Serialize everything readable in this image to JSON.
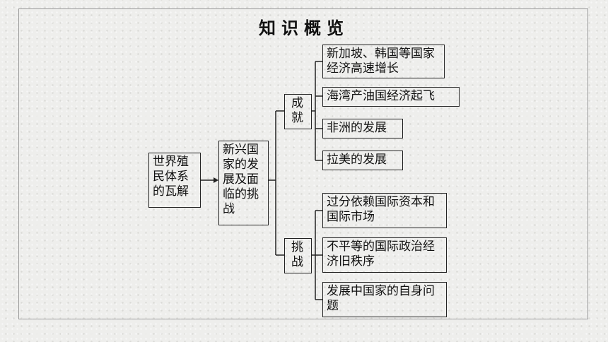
{
  "title": "知识概览",
  "root": "世界殖民体系的瓦解",
  "middle": "新兴国家的发展及面临的挑战",
  "branches": [
    {
      "label": "成就",
      "items": [
        "新加坡、韩国等国家经济高速增长",
        "海湾产油国经济起飞",
        "非洲的发展",
        "拉美的发展"
      ]
    },
    {
      "label": "挑战",
      "items": [
        "过分依赖国际资本和国际市场",
        "不平等的国际政治经济旧秩序",
        "发展中国家的自身问题"
      ]
    }
  ]
}
